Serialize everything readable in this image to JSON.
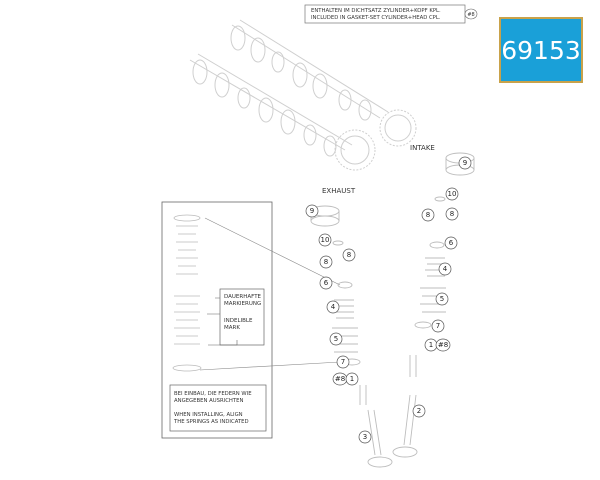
{
  "note": {
    "line1": "ENTHALTEN IM DICHTSATZ ZYLINDER+KOPF KPL.",
    "line2": "INCLUDED IN GASKET-SET CYLINDER+HEAD CPL.",
    "ref": "#8"
  },
  "badge": "69153",
  "labels": {
    "intake": "INTAKE",
    "exhaust": "EXHAUST"
  },
  "inset": {
    "mark_de_1": "DAUERHAFTE",
    "mark_de_2": "MARKIERUNG",
    "mark_en_1": "INDELIBLE",
    "mark_en_2": "MARK",
    "instr_de_1": "BEI EINBAU, DIE FEDERN WIE",
    "instr_de_2": "ANGEGEBEN AUSRICHTEN",
    "instr_en_1": "WHEN INSTALLING, ALIGN",
    "instr_en_2": "THE SPRINGS AS INDICATED"
  },
  "callouts": {
    "intake_bucket": "9",
    "intake_shim": "10",
    "intake_keeper_a": "8",
    "intake_keeper_b": "8",
    "intake_retainer": "6",
    "intake_spring_inner": "4",
    "intake_spring_outer": "5",
    "intake_seat": "7",
    "intake_seal": "1",
    "intake_seal_ref": "#8",
    "intake_valve": "2",
    "exhaust_bucket": "9",
    "exhaust_shim": "10",
    "exhaust_keeper_a": "8",
    "exhaust_keeper_b": "8",
    "exhaust_retainer": "6",
    "exhaust_spring_inner": "4",
    "exhaust_spring_outer": "5",
    "exhaust_seat": "7",
    "exhaust_seal_ref": "#8",
    "exhaust_seal": "1",
    "exhaust_valve": "3"
  }
}
